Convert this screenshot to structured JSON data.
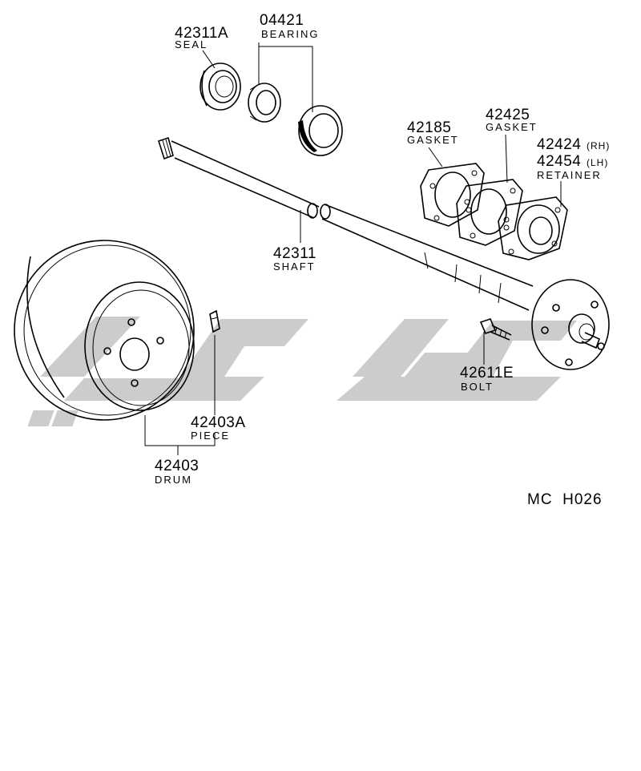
{
  "parts": {
    "seal": {
      "number": "42311A",
      "name": "SEAL"
    },
    "bearing": {
      "number": "04421",
      "name": "BEARING"
    },
    "gasket_a": {
      "number": "42185",
      "name": "GASKET"
    },
    "gasket_b": {
      "number": "42425",
      "name": "GASKET"
    },
    "retainer": {
      "number_rh": "42424",
      "suffix_rh": "(RH)",
      "number_lh": "42454",
      "suffix_lh": "(LH)",
      "name": "RETAINER"
    },
    "shaft": {
      "number": "42311",
      "name": "SHAFT"
    },
    "bolt": {
      "number": "42611E",
      "name": "BOLT"
    },
    "piece": {
      "number": "42403A",
      "name": "PIECE"
    },
    "drum": {
      "number": "42403",
      "name": "DRUM"
    }
  },
  "diagram_code": "MC  H026",
  "colors": {
    "ink": "#000000",
    "watermark": "#cccccc",
    "background": "#ffffff"
  }
}
